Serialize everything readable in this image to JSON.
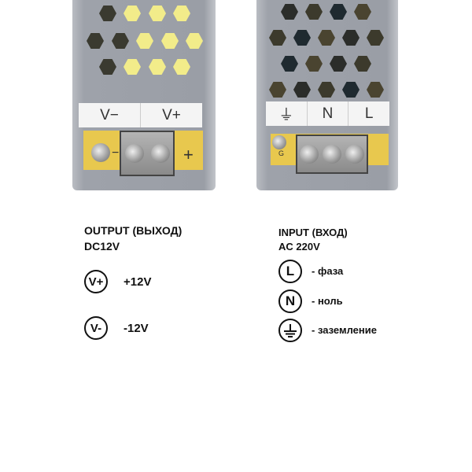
{
  "output_unit": {
    "terminal_labels": [
      "V−",
      "V+"
    ],
    "pcb_marks": [
      "−",
      "+"
    ]
  },
  "input_unit": {
    "terminal_labels": [
      "⏚",
      "N",
      "L"
    ],
    "pcb_marks": [
      "G"
    ]
  },
  "output_legend": {
    "title": "OUTPUT (ВЫХОД)",
    "subtitle": "DC12V",
    "items": [
      {
        "symbol": "V+",
        "text": "+12V"
      },
      {
        "symbol": "V-",
        "text": "-12V"
      }
    ]
  },
  "input_legend": {
    "title": "INPUT (ВХОД)",
    "subtitle": "AC 220V",
    "items": [
      {
        "symbol": "L",
        "text": "- фаза"
      },
      {
        "symbol": "N",
        "text": "- ноль"
      },
      {
        "symbol": "ground",
        "text": "- заземление"
      }
    ]
  },
  "colors": {
    "pcb": "#e8c84e",
    "housing": "#9c9fa7"
  }
}
